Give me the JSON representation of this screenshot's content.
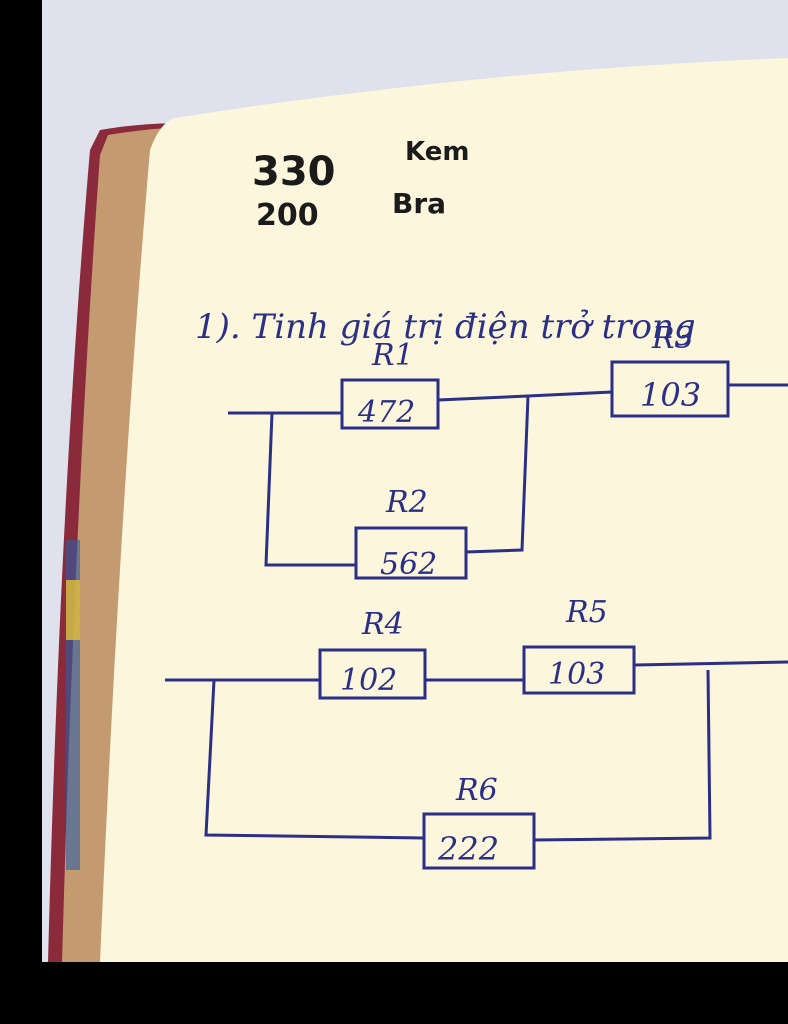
{
  "photo": {
    "scribbles": {
      "top_number": "330",
      "top_word": "Kem",
      "bottom_number": "200",
      "bottom_word": "Bra"
    },
    "title": "1). Tinh giá trị điện trở trong",
    "circuit_1": {
      "r1": {
        "name": "R1",
        "value": "472"
      },
      "r2": {
        "name": "R2",
        "value": "562"
      },
      "r3": {
        "name": "R3",
        "value": "103"
      }
    },
    "circuit_2": {
      "r4": {
        "name": "R4",
        "value": "102"
      },
      "r5": {
        "name": "R5",
        "value": "103"
      },
      "r6": {
        "name": "R6",
        "value": "222"
      }
    },
    "colors": {
      "ink": "#2b2f86",
      "paper": "#fbf6dc",
      "cover": "#c8a27a",
      "table": "#dfe2ec"
    }
  }
}
